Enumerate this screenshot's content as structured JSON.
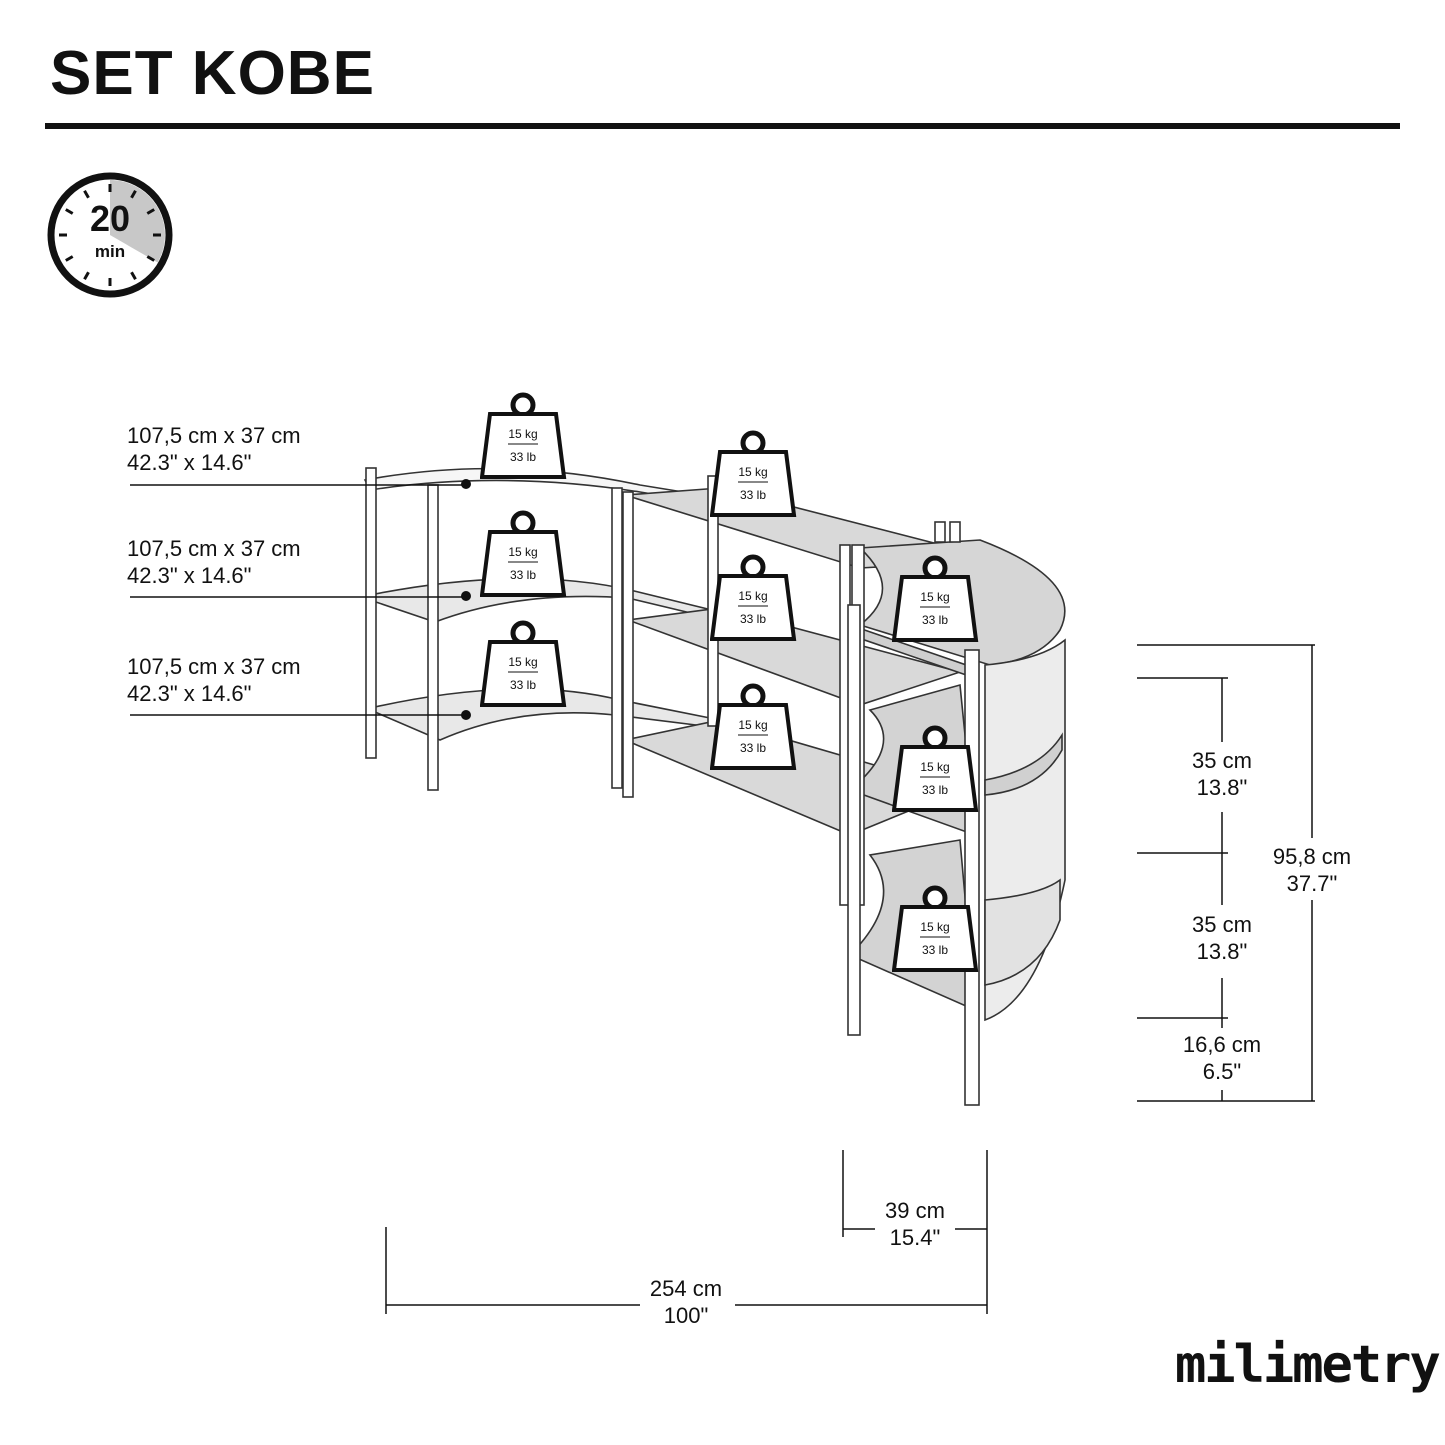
{
  "title": "SET KOBE",
  "timer": {
    "value": "20",
    "unit": "min"
  },
  "shelves": [
    {
      "line1": "107,5 cm x 37 cm",
      "line2": "42.3\" x 14.6\""
    },
    {
      "line1": "107,5 cm x 37 cm",
      "line2": "42.3\" x 14.6\""
    },
    {
      "line1": "107,5 cm x 37 cm",
      "line2": "42.3\" x 14.6\""
    }
  ],
  "weight_label": {
    "kg": "15 kg",
    "lb": "33 lb"
  },
  "dimensions": {
    "shelf_gap_1": {
      "cm": "35 cm",
      "in": "13.8\""
    },
    "shelf_gap_2": {
      "cm": "35 cm",
      "in": "13.8\""
    },
    "leg_height": {
      "cm": "16,6 cm",
      "in": "6.5\""
    },
    "total_height": {
      "cm": "95,8 cm",
      "in": "37.7\""
    },
    "depth": {
      "cm": "39 cm",
      "in": "15.4\""
    },
    "width": {
      "cm": "254 cm",
      "in": "100\""
    }
  },
  "brand": "milimetry"
}
